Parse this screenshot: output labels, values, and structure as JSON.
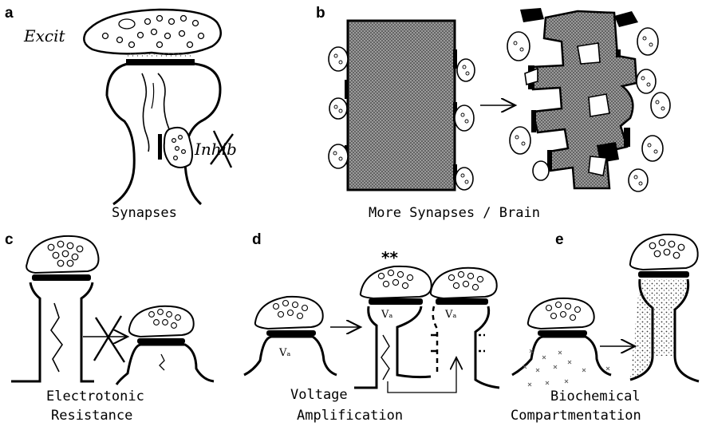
{
  "panels": {
    "a": {
      "letter": "a",
      "caption": "Synapses",
      "excit_label": "Excit",
      "inhib_label": "Inhib"
    },
    "b": {
      "letter": "b",
      "caption": "More  Synapses  /  Brain"
    },
    "c": {
      "letter": "c",
      "caption_line1": "Electrotonic",
      "caption_line2": "Resistance"
    },
    "d": {
      "letter": "d",
      "caption_line1": "Voltage",
      "caption_line2": "Amplification",
      "stars": "**",
      "va_label": "Vₐ"
    },
    "e": {
      "letter": "e",
      "caption_line1": "Biochemical",
      "caption_line2": "Compartmentation"
    }
  },
  "colors": {
    "ink": "#000000",
    "paper": "#ffffff",
    "stipple": "#7a7a7a"
  }
}
